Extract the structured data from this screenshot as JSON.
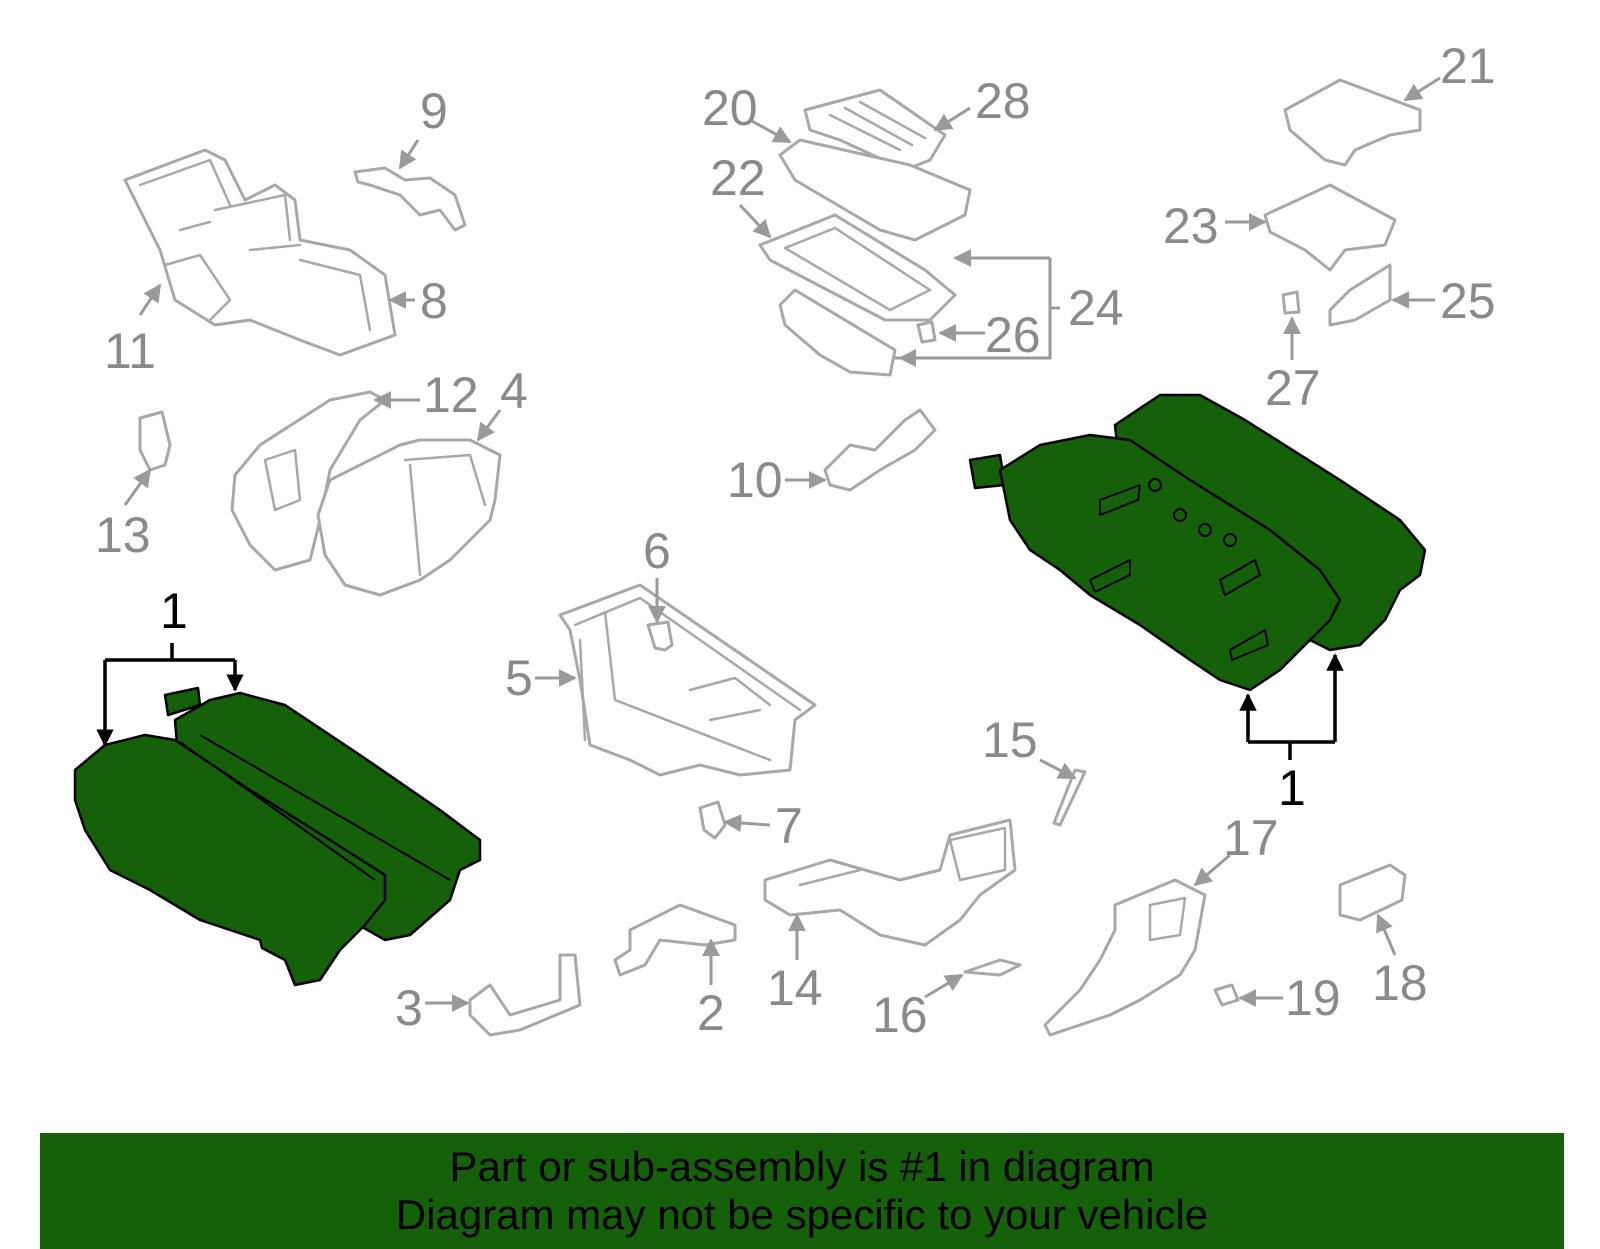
{
  "colors": {
    "highlight": "#14610a",
    "part_line": "#a8a8a8",
    "callout": "#8a8a8a",
    "banner": "#14610a"
  },
  "callouts": {
    "c1a": "1",
    "c1b": "1",
    "c2": "2",
    "c3": "3",
    "c4": "4",
    "c5": "5",
    "c6": "6",
    "c7": "7",
    "c8": "8",
    "c9": "9",
    "c10": "10",
    "c11": "11",
    "c12": "12",
    "c13": "13",
    "c14": "14",
    "c15": "15",
    "c16": "16",
    "c17": "17",
    "c18": "18",
    "c19": "19",
    "c20": "20",
    "c21": "21",
    "c22": "22",
    "c23": "23",
    "c24": "24",
    "c25": "25",
    "c26": "26",
    "c27": "27",
    "c28": "28"
  },
  "highlighted_part": "1",
  "banner": {
    "line1": "Part or sub-assembly is #1 in diagram",
    "line2": "Diagram may not be specific to your vehicle"
  }
}
